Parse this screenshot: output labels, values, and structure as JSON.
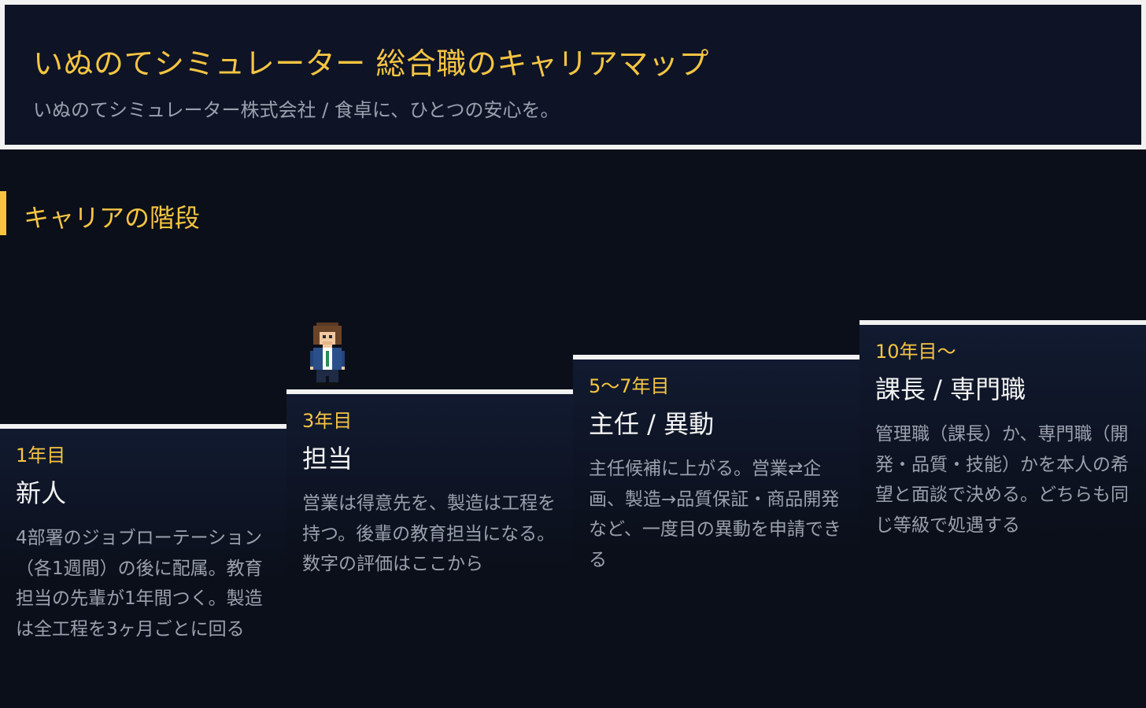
{
  "header": {
    "title": "いぬのてシミュレーター 総合職のキャリアマップ",
    "subtitle": "いぬのてシミュレーター株式会社 / 食卓に、ひとつの安心を。"
  },
  "section": {
    "title": "キャリアの階段"
  },
  "steps": [
    {
      "year": "1年目",
      "role": "新人",
      "description": "4部署のジョブローテーション（各1週間）の後に配属。教育担当の先輩が1年間つく。製造は全工程を3ヶ月ごとに回る"
    },
    {
      "year": "3年目",
      "role": "担当",
      "description": "営業は得意先を、製造は工程を持つ。後輩の教育担当になる。数字の評価はここから"
    },
    {
      "year": "5〜7年目",
      "role": "主任 / 異動",
      "description": "主任候補に上がる。営業⇄企画、製造→品質保証・商品開発など、一度目の異動を申請できる"
    },
    {
      "year": "10年目〜",
      "role": "課長 / 専門職",
      "description": "管理職（課長）か、専門職（開発・品質・技能）かを本人の希望と面談で決める。どちらも同じ等級で処遇する"
    }
  ],
  "character": {
    "icon": "pixel-employee-icon",
    "position_step": 2
  },
  "colors": {
    "background": "#0b0f1a",
    "header_background": "#0e1426",
    "accent": "#f5c542",
    "text_primary": "#f2f2f2",
    "text_secondary": "#9aa1ad"
  }
}
